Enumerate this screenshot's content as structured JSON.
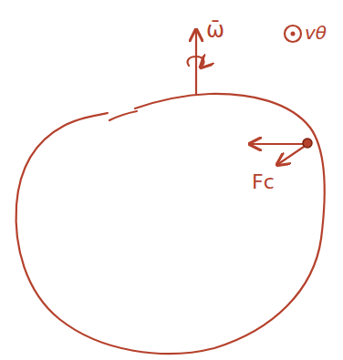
{
  "diagram": {
    "labels": [
      "ω̄",
      "vθ",
      "Fc"
    ]
  }
}
